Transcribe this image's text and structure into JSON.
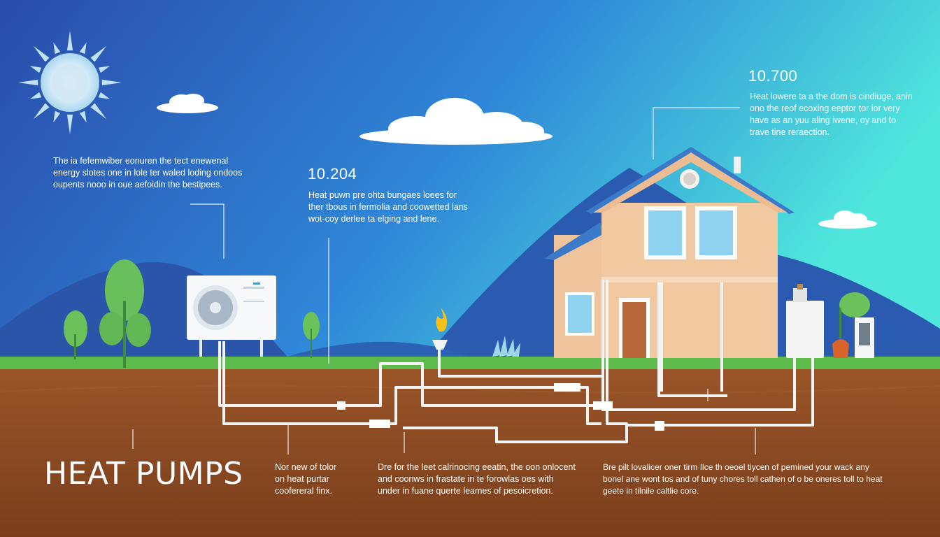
{
  "title": "HEAT PUMPS",
  "callouts": {
    "left": {
      "lines": [
        "The ia fefemwiber eonuren the tect enewenal",
        "energy slotes one in lole ter waled loding ondoos",
        "oupents nooo in oue aefoidin the bestipees."
      ]
    },
    "middle": {
      "stat": "10.204",
      "lines": [
        "Heat puwn pre ohta bungaes loees for",
        "ther tbous in fermolia and coowetted lans",
        "wot-coy derlee ta elging and lene."
      ]
    },
    "right": {
      "stat": "10.700",
      "lines": [
        "Heat lowere ta a the dom is cindiuge, anin",
        "ono the reof ecoxing eeptor tor ior very",
        "have as an yuu aling iwene, oy and to",
        "trave tine reraection."
      ]
    }
  },
  "ground_notes": {
    "first": {
      "lines": [
        "Nor new of tolor",
        "on heat purtar",
        "coofereral finx."
      ]
    },
    "second": {
      "lines": [
        "Dre for the leet calrinocing eeatin, the oon onlocent",
        "and coonws in frastate in te forowlas oes with",
        "under in fuane querte leames of pesoicretion."
      ]
    },
    "third": {
      "lines": [
        "Bre pilt lovalicer oner tirm Ilce th oeoel tiycen of pemined your wack any",
        "bonel ane wont tos and of tuny chores toll cathen of o be oneres toll to heat",
        "geete in tilnile caltlie core."
      ]
    }
  },
  "colors": {
    "sky_top": "#2b4fae",
    "sky_bottom": "#4fe3df",
    "soil": "#8a4a22",
    "grass": "#58b84a",
    "pipe": "#f4f4f4",
    "house_wall": "#f2c79e",
    "roof": "#3a7ac8"
  },
  "icons": [
    "sun-icon",
    "cloud-icon",
    "outdoor-unit-icon",
    "flame-icon",
    "house-icon",
    "boiler-icon",
    "tree-icon"
  ]
}
